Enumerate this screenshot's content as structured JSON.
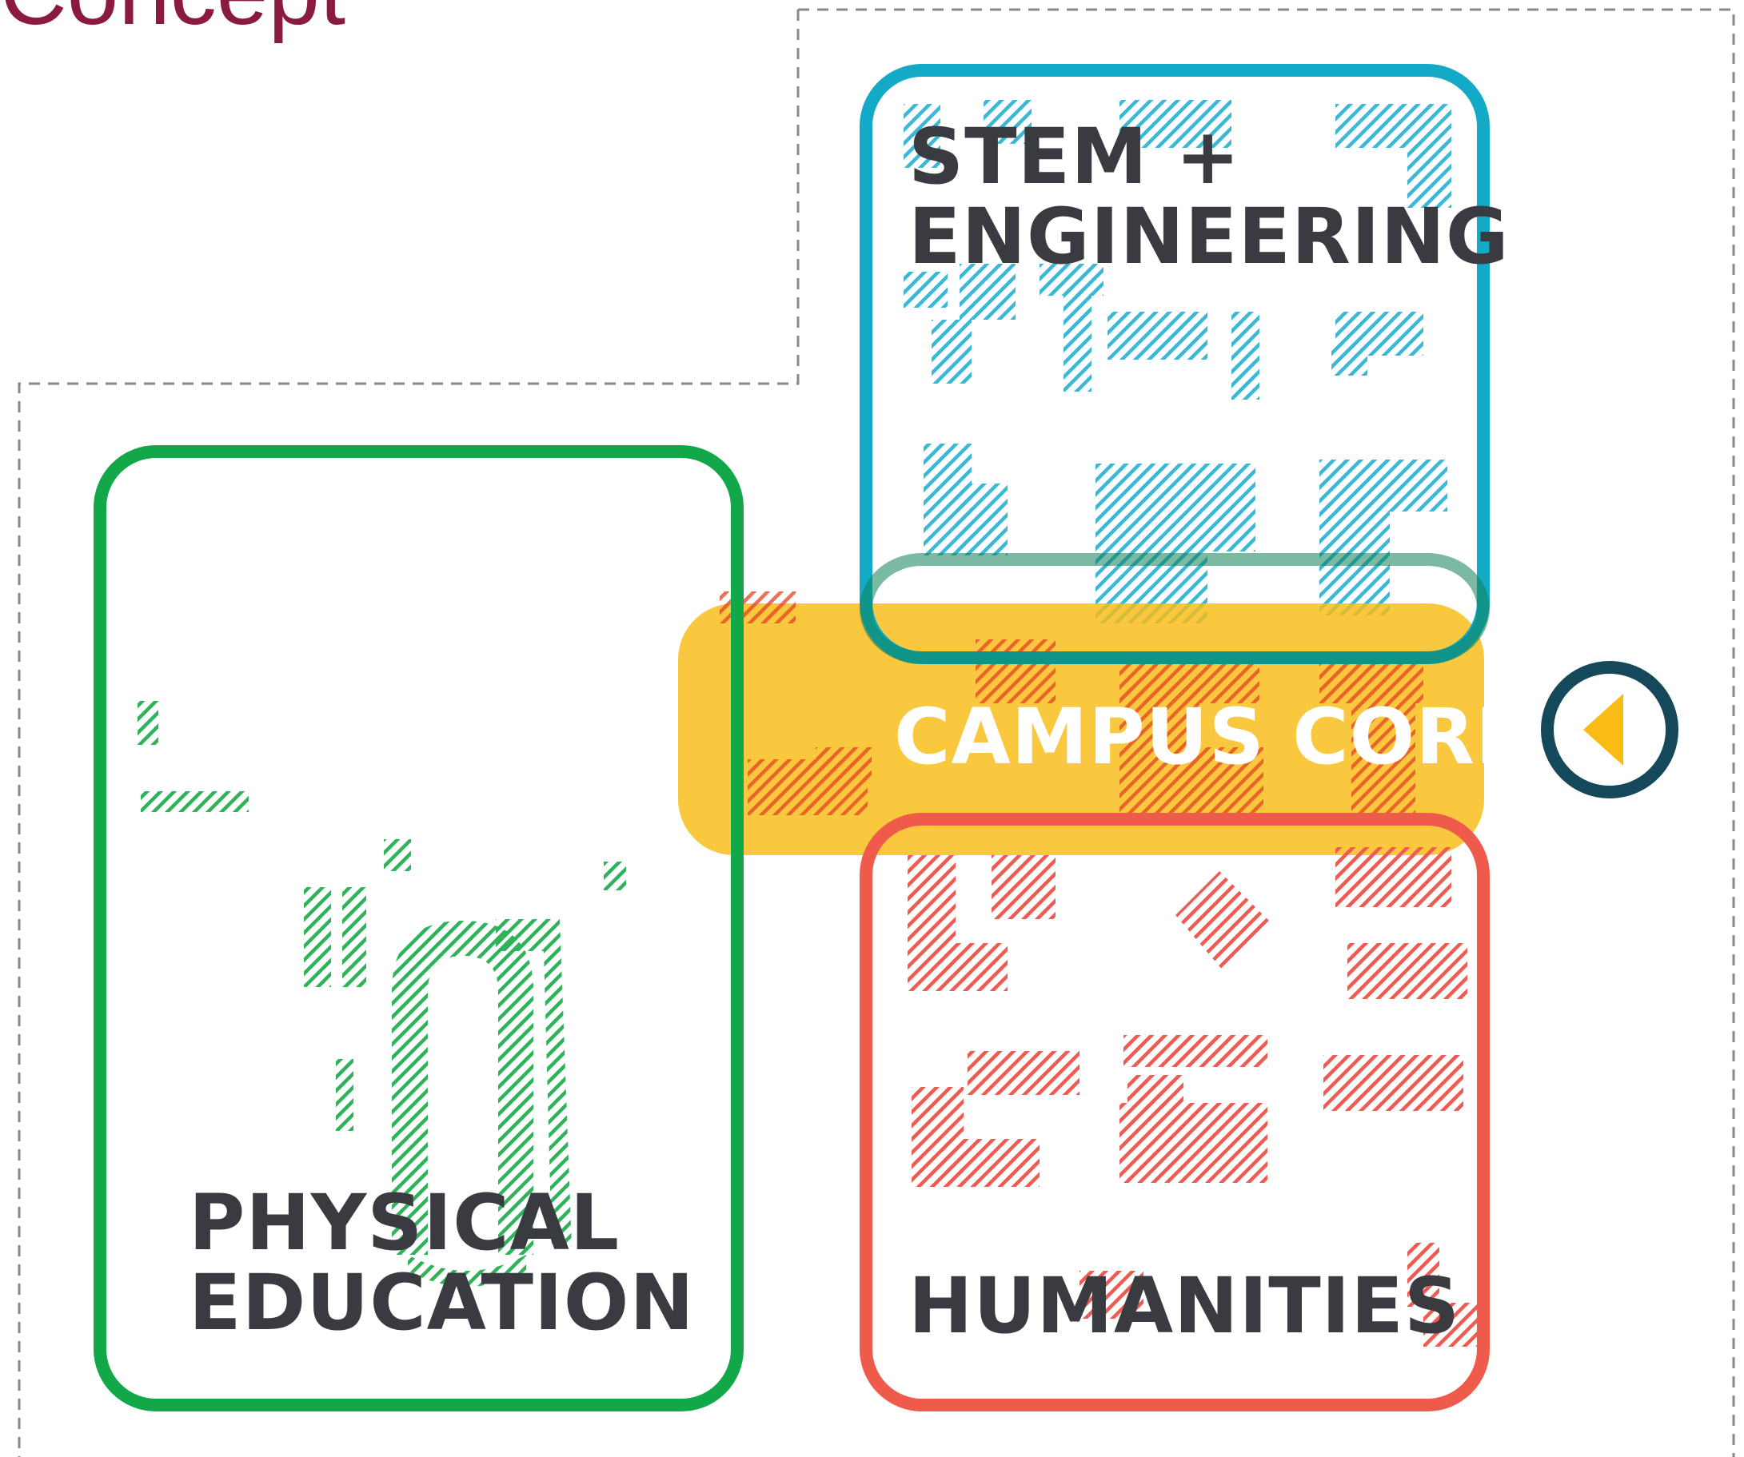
{
  "title": "Concept",
  "zones": {
    "stem": {
      "line1": "STEM +",
      "line2": "ENGINEERING",
      "color": "#12aac6"
    },
    "physical_education": {
      "line1": "PHYSICAL",
      "line2": "EDUCATION",
      "color": "#12a84a"
    },
    "campus_core": {
      "label": "CAMPUS CORE",
      "color": "#f9bc15"
    },
    "humanities": {
      "label": "HUMANITIES",
      "color": "#ef5b4a"
    }
  },
  "colors": {
    "title": "#8a1a3f",
    "label_text": "#3a3b40",
    "core_text": "#ffffff",
    "boundary": "#888888",
    "arrow_ring": "#14485a",
    "arrow_fill": "#f9bc15",
    "stem_hatch": "#3bb8d6",
    "pe_hatch": "#2fb35a",
    "hum_hatch": "#ee5b52",
    "core_hatch": "#e3441f"
  },
  "icons": {
    "core_arrow": "play-left-in-circle-icon"
  }
}
